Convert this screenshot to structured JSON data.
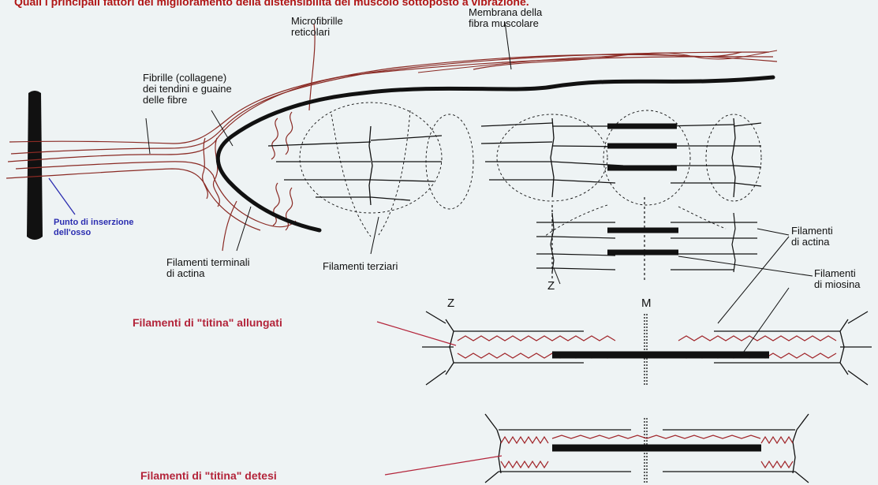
{
  "title": "Quali i principali fattori del miglioramento della distensibilità del muscolo sottoposto a vibrazione.",
  "labels": {
    "microfibrille": [
      "Microfibrille",
      "reticolari"
    ],
    "membrana": [
      "Membrana della",
      "fibra muscolare"
    ],
    "fibrille": [
      "Fibrille (collagene)",
      "dei tendini e guaine",
      "delle fibre"
    ],
    "inserzione": [
      "Punto di inserzione",
      "dell'osso"
    ],
    "terminali": [
      "Filamenti terminali",
      "di actina"
    ],
    "terziari": "Filamenti terziari",
    "actina": [
      "Filamenti",
      "di actina"
    ],
    "miosina": [
      "Filamenti",
      "di miosina"
    ],
    "z_top": "Z",
    "z_left": "Z",
    "m": "M",
    "titina_allungati": "Filamenti di \"titina\" allungati",
    "titina_detesi": "Filamenti di \"titina\" detesi"
  },
  "colors": {
    "title": "#b01616",
    "annotation_red": "#b3243a",
    "annotation_blue": "#2b2db0",
    "collagen": "#8a2a24",
    "filament": "#111111",
    "background": "#eef3f4"
  }
}
